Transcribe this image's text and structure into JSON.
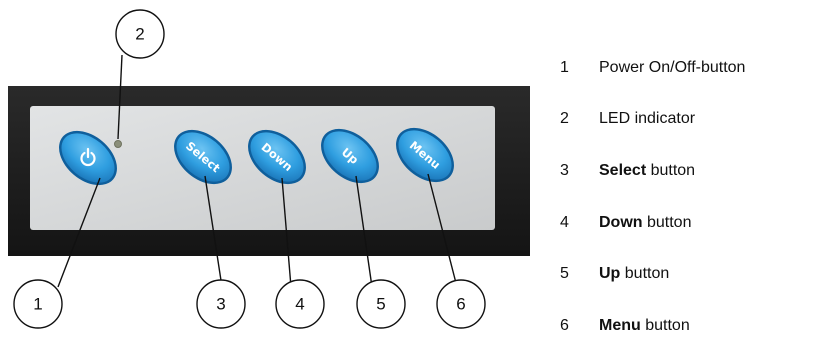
{
  "callouts": [
    "1",
    "2",
    "3",
    "4",
    "5",
    "6"
  ],
  "panel_buttons": [
    {
      "id": 1,
      "label": "",
      "icon": "power-icon"
    },
    {
      "id": 3,
      "label": "Select"
    },
    {
      "id": 4,
      "label": "Down"
    },
    {
      "id": 5,
      "label": "Up"
    },
    {
      "id": 6,
      "label": "Menu"
    }
  ],
  "legend": [
    {
      "num": "1",
      "bold": "",
      "text": "Power On/Off-button"
    },
    {
      "num": "2",
      "bold": "",
      "text": "LED indicator"
    },
    {
      "num": "3",
      "bold": "Select",
      "text": " button"
    },
    {
      "num": "4",
      "bold": "Down",
      "text": " button"
    },
    {
      "num": "5",
      "bold": "Up",
      "text": " button"
    },
    {
      "num": "6",
      "bold": "Menu",
      "text": " button"
    }
  ],
  "colors": {
    "housing": "#1e1e1e",
    "faceplate": "#d6d8d9",
    "button_blue": "#2f9ee0",
    "button_rim": "#0f5f9c",
    "callout_stroke": "#111111"
  }
}
